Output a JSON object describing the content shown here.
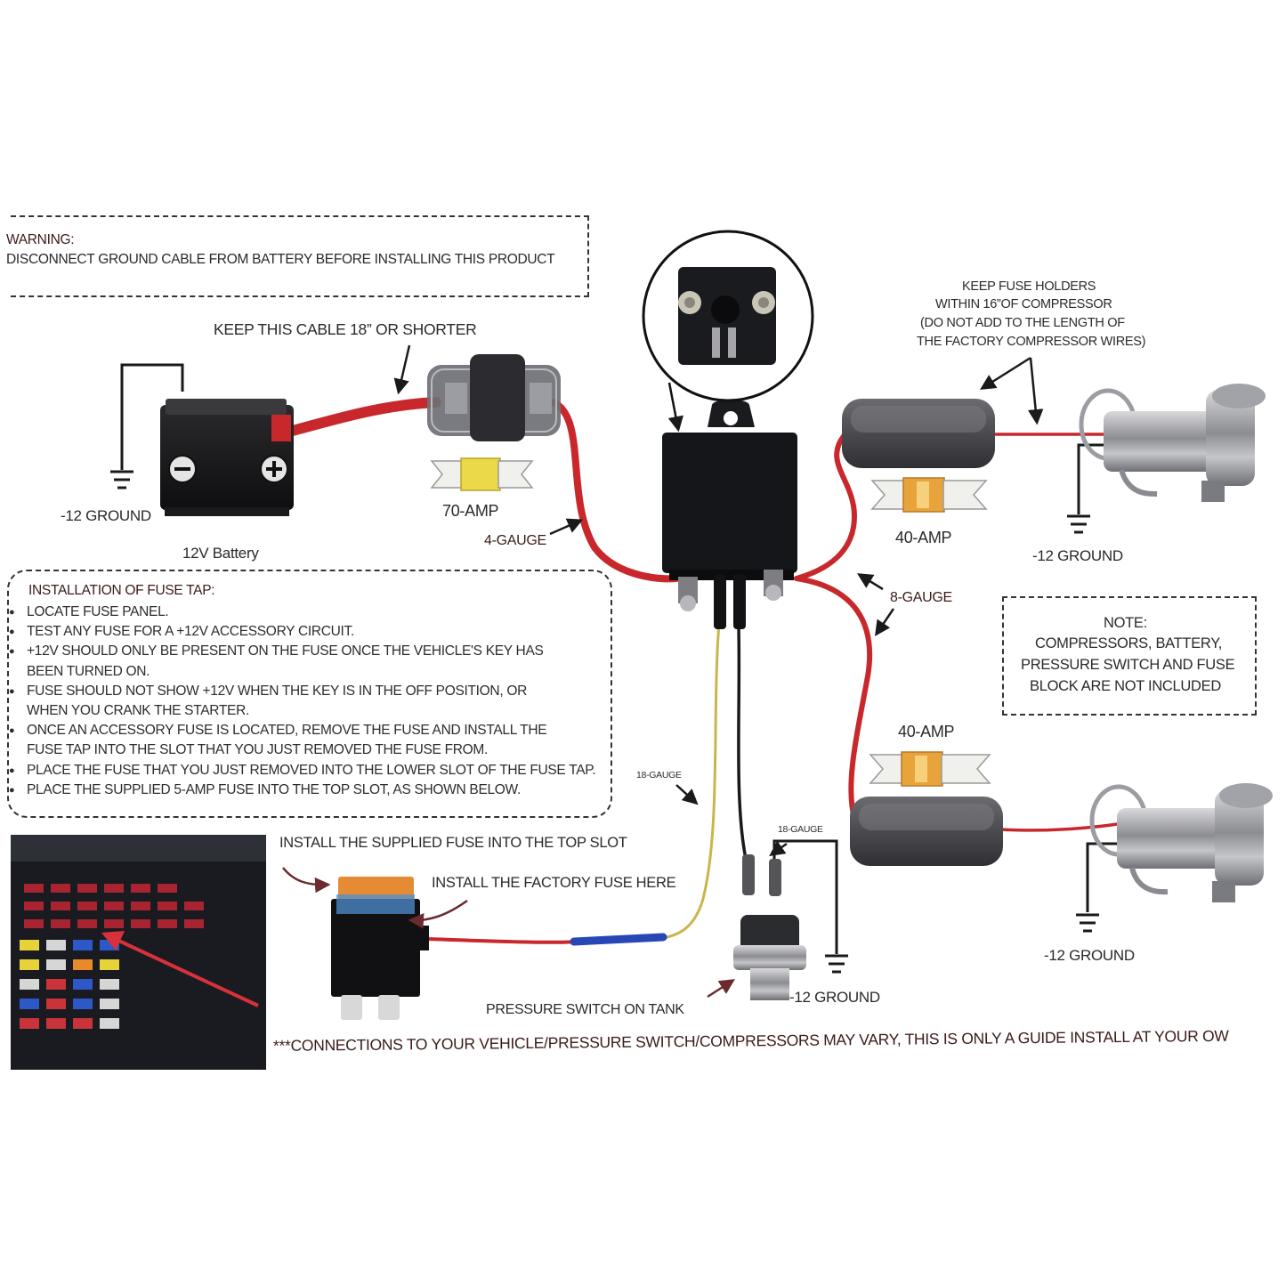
{
  "warning": {
    "title": "WARNING:",
    "text": "DISCONNECT  GROUND CABLE FROM BATTERY BEFORE INSTALLING THIS PRODUCT"
  },
  "labels": {
    "cable_length": "KEEP THIS CABLE 18” OR SHORTER",
    "ground_battery": "-12 GROUND",
    "battery": "12V Battery",
    "fuse_70": "70-AMP",
    "gauge_4": "4-GAUGE",
    "gauge_8": "8-GAUGE",
    "fuse_40_top": "40-AMP",
    "fuse_40_bottom": "40-AMP",
    "ground_comp_top": "-12 GROUND",
    "ground_comp_bottom": "-12 GROUND",
    "ground_switch": "-12 GROUND",
    "gauge_18_a": "18-GAUGE",
    "gauge_18_b": "18-GAUGE",
    "supplied_fuse": "INSTALL THE SUPPLIED FUSE INTO  THE TOP SLOT",
    "factory_fuse": "INSTALL THE  FACTORY FUSE HERE",
    "pressure_switch": "PRESSURE SWITCH ON TANK",
    "disclaimer": "***CONNECTIONS TO YOUR VEHICLE/PRESSURE SWITCH/COMPRESSORS MAY VARY, THIS IS ONLY A GUIDE  INSTALL AT YOUR OW"
  },
  "fuse_holders_note": [
    "KEEP FUSE HOLDERS",
    "WITHIN  16”OF COMPRESSOR",
    "(DO NOT ADD TO THE LENGTH OF",
    "THE FACTORY COMPRESSOR WIRES)"
  ],
  "note": {
    "title": "NOTE:",
    "lines": [
      "COMPRESSORS, BATTERY,",
      "PRESSURE SWITCH AND FUSE",
      "BLOCK ARE NOT INCLUDED"
    ]
  },
  "fuse_tap": {
    "title": "INSTALLATION OF FUSE TAP:",
    "lines": [
      "LOCATE FUSE PANEL.",
      "TEST ANY FUSE FOR A +12V ACCESSORY CIRCUIT.",
      "+12V SHOULD ONLY BE PRESENT ON THE FUSE ONCE THE VEHICLE'S KEY HAS",
      "BEEN TURNED ON.",
      "FUSE SHOULD NOT SHOW +12V WHEN THE KEY IS IN THE OFF POSITION, OR",
      "WHEN YOU CRANK THE STARTER.",
      "ONCE AN ACCESSORY FUSE IS LOCATED, REMOVE THE FUSE AND INSTALL THE",
      "FUSE TAP INTO THE SLOT THAT YOU JUST REMOVED THE FUSE FROM.",
      "PLACE THE FUSE THAT YOU JUST REMOVED INTO THE LOWER SLOT OF THE FUSE TAP.",
      "PLACE THE SUPPLIED 5-AMP FUSE INTO THE TOP SLOT, AS SHOWN BELOW."
    ]
  },
  "colors": {
    "wire_red": "#c8282b",
    "wire_yellow": "#c9b64a",
    "arrow": "#6b2a2e",
    "relay": "#15161a",
    "fuse_tint": "#e8c04a"
  }
}
